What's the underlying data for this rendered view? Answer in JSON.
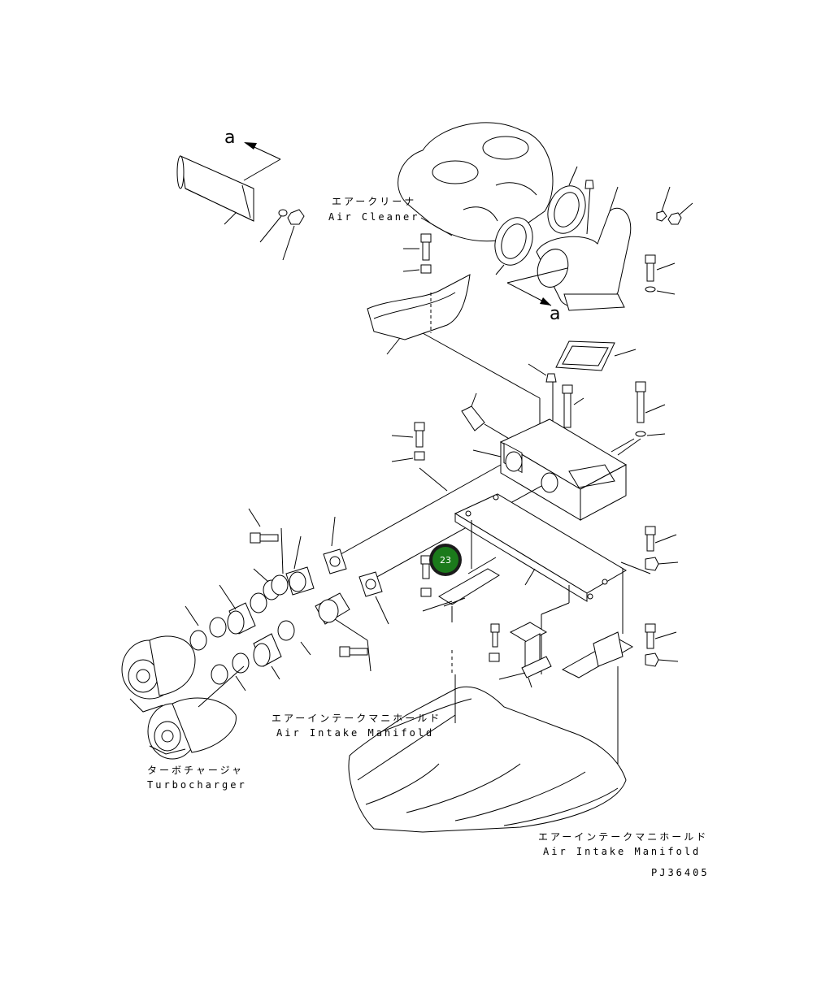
{
  "labels": {
    "air_cleaner_jp": "エアークリーナ",
    "air_cleaner_en": "Air Cleaner",
    "manifold_jp_1": "エアーインテークマニホールド",
    "manifold_en_1": "Air Intake Manifold",
    "turbo_jp": "ターボチャージャ",
    "turbo_en": "Turbocharger",
    "manifold_jp_2": "エアーインテークマニホールド",
    "manifold_en_2": "Air Intake Manifold",
    "view_arrow_top": "a",
    "view_arrow_mid": "a",
    "drawing_number": "PJ36405"
  },
  "callout": {
    "number": "23",
    "color": "#1b7a1b"
  }
}
